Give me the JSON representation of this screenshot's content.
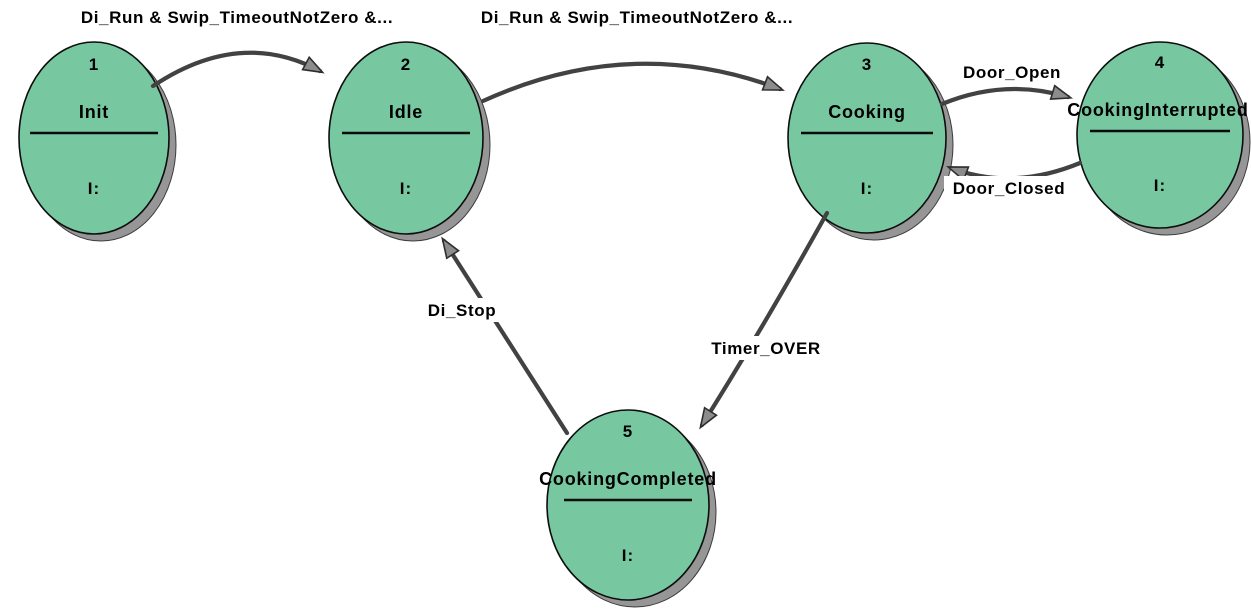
{
  "diagram": {
    "kind": "state-machine",
    "background_color": "#ffffff",
    "state_fill_color": "#77c8a1",
    "state_border_color": "#0d0d0d",
    "shadow_color": "#969696",
    "arrow_color": "#424242",
    "arrowhead_fill_color": "#8c8c8c",
    "states": {
      "s1": {
        "number": "1",
        "name": "Init",
        "internal": "I:"
      },
      "s2": {
        "number": "2",
        "name": "Idle",
        "internal": "I:"
      },
      "s3": {
        "number": "3",
        "name": "Cooking",
        "internal": "I:"
      },
      "s4": {
        "number": "4",
        "name": "CookingInterrupted",
        "internal": "I:"
      },
      "s5": {
        "number": "5",
        "name": "CookingCompleted",
        "internal": "I:"
      }
    },
    "transitions": {
      "t1_2": {
        "from": "1",
        "to": "2",
        "label": "Di_Run & Swip_TimeoutNotZero &..."
      },
      "t2_3": {
        "from": "2",
        "to": "3",
        "label": "Di_Run & Swip_TimeoutNotZero &..."
      },
      "t3_4": {
        "from": "3",
        "to": "4",
        "label": "Door_Open"
      },
      "t4_3": {
        "from": "4",
        "to": "3",
        "label": "Door_Closed"
      },
      "t3_5": {
        "from": "3",
        "to": "5",
        "label": "Timer_OVER"
      },
      "t5_2": {
        "from": "5",
        "to": "2",
        "label": "Di_Stop"
      }
    }
  }
}
